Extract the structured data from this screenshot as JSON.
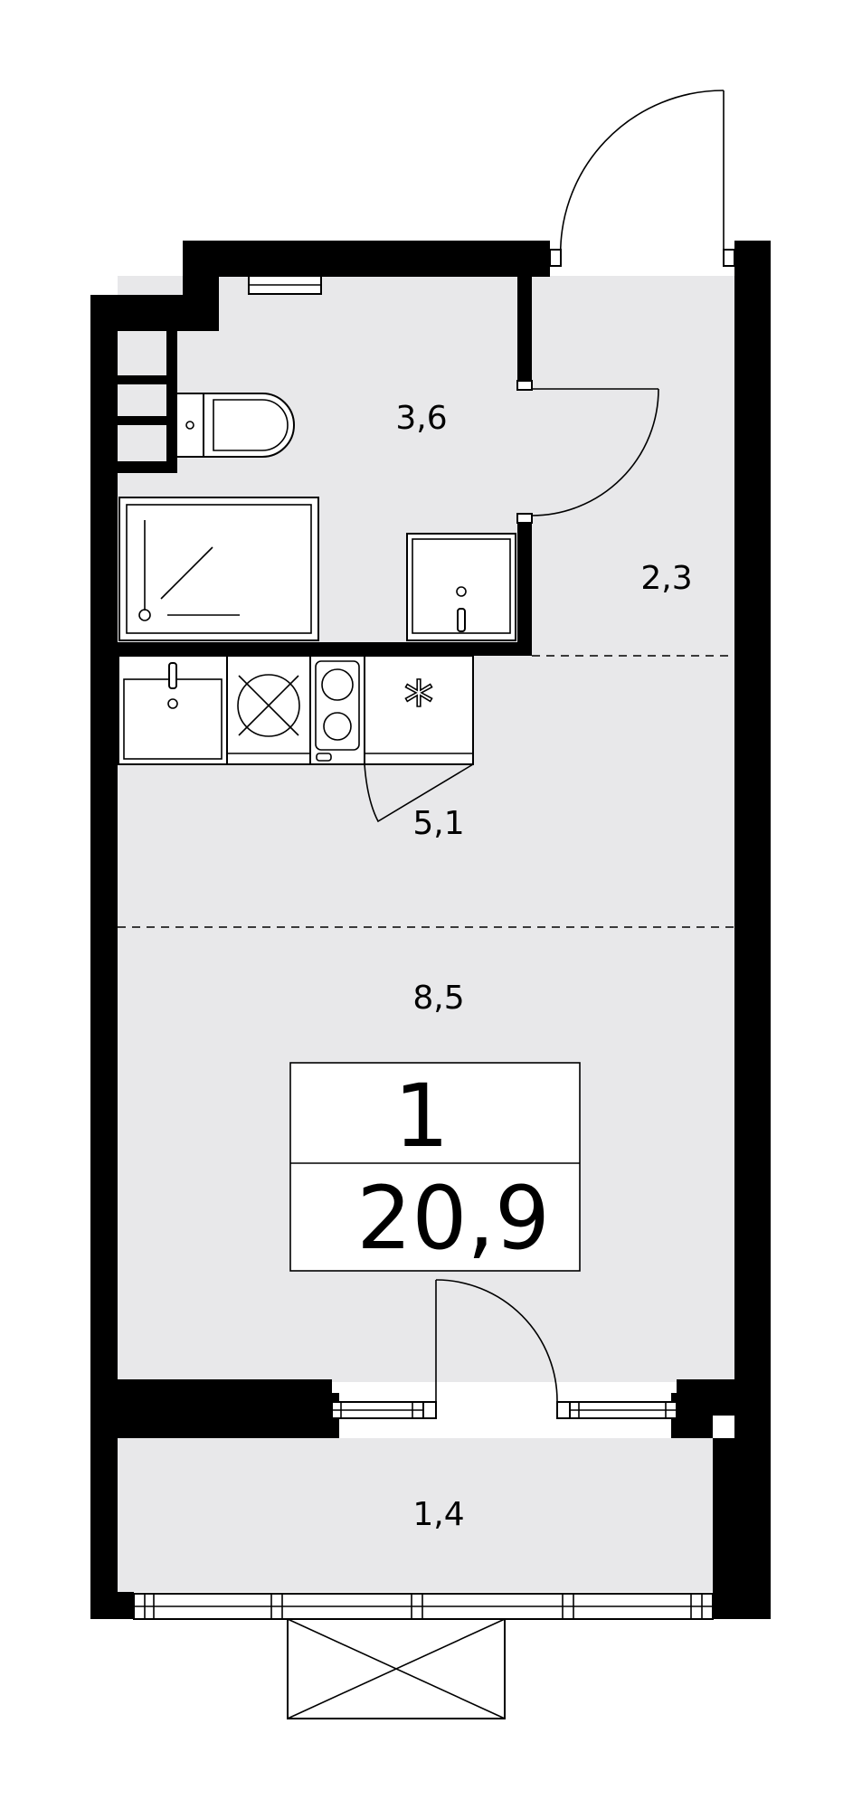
{
  "plan": {
    "rooms": [
      {
        "id": "bathroom",
        "area": "3,6"
      },
      {
        "id": "hallway",
        "area": "2,3"
      },
      {
        "id": "kitchen",
        "area": "5,1"
      },
      {
        "id": "living",
        "area": "8,5"
      },
      {
        "id": "balcony",
        "area": "1,4"
      }
    ],
    "summary": {
      "rooms_count": "1",
      "total_area": "20,9"
    }
  }
}
